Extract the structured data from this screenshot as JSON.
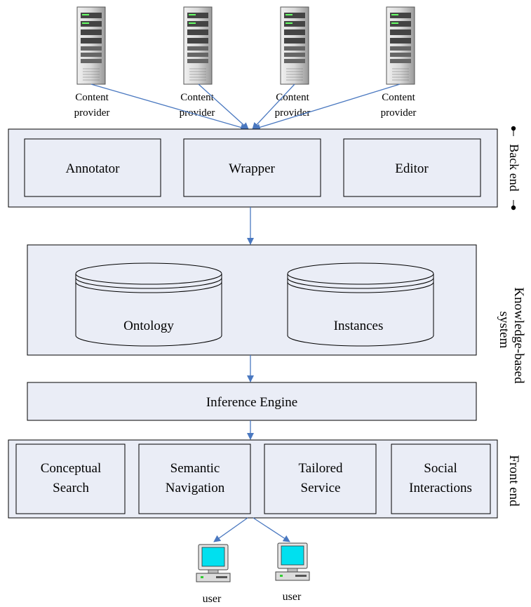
{
  "content_providers": [
    {
      "line1": "Content",
      "line2": "provider"
    },
    {
      "line1": "Content",
      "line2": "provider"
    },
    {
      "line1": "Content",
      "line2": "provider"
    },
    {
      "line1": "Content",
      "line2": "provider"
    }
  ],
  "back_end": {
    "side_label": "Back end",
    "modules": [
      "Annotator",
      "Wrapper",
      "Editor"
    ]
  },
  "knowledge_system": {
    "side_label_line1": "Knowledge-based",
    "side_label_line2": "system",
    "stores": [
      "Ontology",
      "Instances"
    ]
  },
  "inference_engine": {
    "label": "Inference Engine"
  },
  "front_end": {
    "side_label": "Front end",
    "modules": [
      {
        "line1": "Conceptual",
        "line2": "Search"
      },
      {
        "line1": "Semantic",
        "line2": "Navigation"
      },
      {
        "line1": "Tailored",
        "line2": "Service"
      },
      {
        "line1": "Social",
        "line2": "Interactions"
      }
    ]
  },
  "users": [
    "user",
    "user"
  ],
  "colors": {
    "box_fill": "#eaedf6",
    "border": "#000000",
    "arrow": "#4a78c0",
    "monitor_screen": "#00e0ef",
    "server_body": "#d9d9d9"
  }
}
